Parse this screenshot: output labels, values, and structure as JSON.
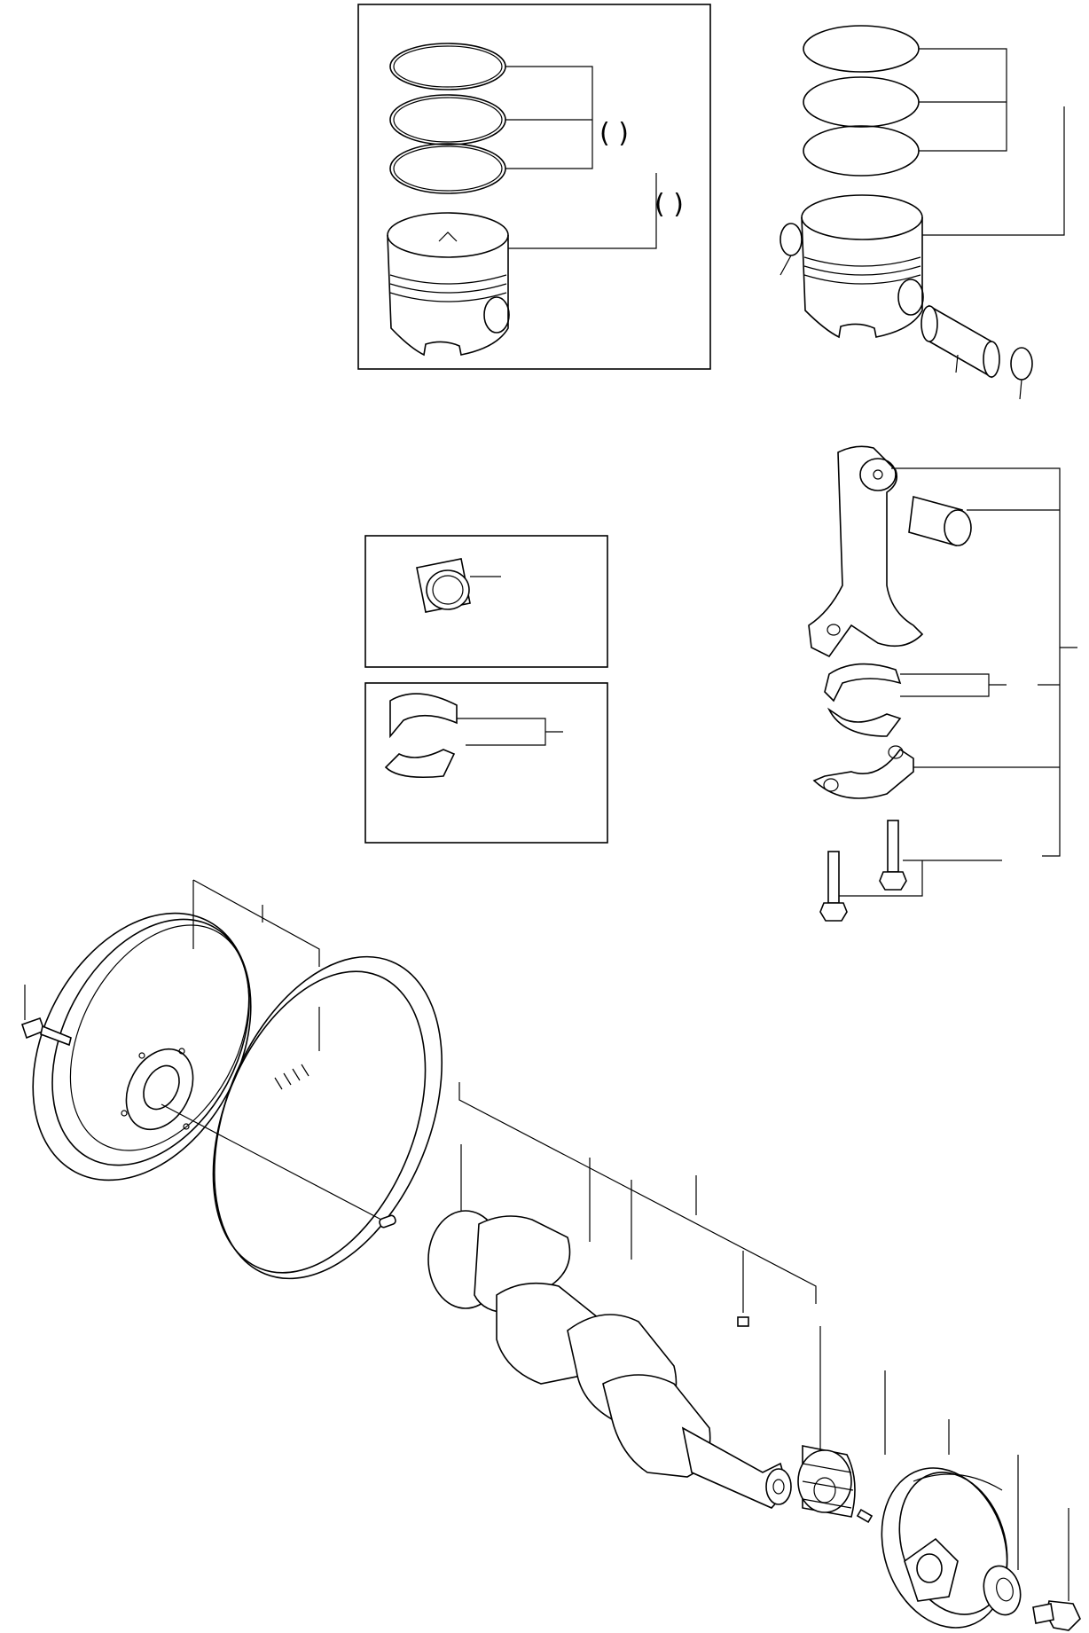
{
  "diagram": {
    "type": "exploded-parts-view",
    "assemblies": [
      "piston-kit-boxed",
      "piston-assembly",
      "small-end-bushing-boxed",
      "connecting-rod-bearing-boxed",
      "connecting-rod-assembly",
      "flywheel-and-ring-gear",
      "crankshaft",
      "crankshaft-gear-and-pulley"
    ],
    "callout_text": {
      "paren_group_a": "( )",
      "paren_group_b": "( )"
    }
  }
}
